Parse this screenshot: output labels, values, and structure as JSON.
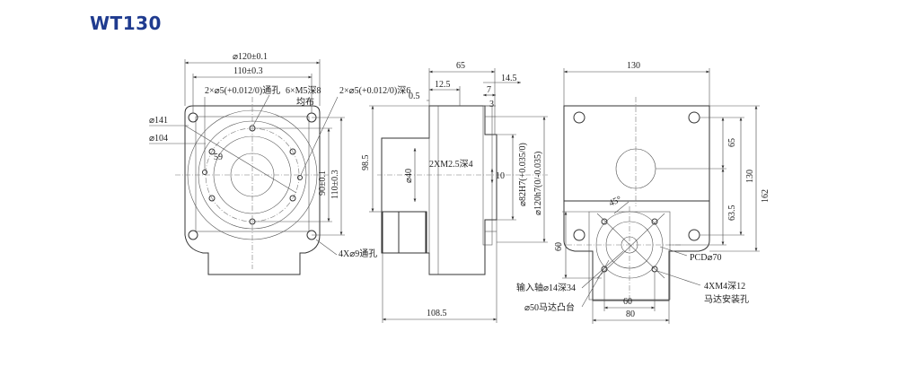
{
  "title": "WT130",
  "front_view": {
    "dia120": "⌀120±0.1",
    "w110": "110±0.3",
    "pin_hole_through": "2×⌀5(+0.012/0)通孔",
    "m5_holes": "6×M5深8",
    "even": "均布",
    "pin_hole_deep": "2×⌀5(+0.012/0)深6",
    "dia141": "⌀141",
    "dia104": "⌀104",
    "ang59": "59",
    "h90": "90±0.1",
    "h110": "110±0.3",
    "hole_4x9": "4X⌀9通孔"
  },
  "side_view": {
    "d65": "65",
    "d14_5": "14.5",
    "d12_5": "12.5",
    "d7": "7",
    "d0_5": "0.5",
    "d3": "3",
    "d98_5": "98.5",
    "dia40": "⌀40",
    "m2_5": "2XM2.5深4",
    "d10": "10",
    "dia82": "⌀82H7(+0.035/0)",
    "dia120h7": "⌀120h7(0/-0.035)",
    "d108_5": "108.5"
  },
  "rear_view": {
    "d130_top": "130",
    "d65_v": "65",
    "d130_v": "130",
    "d162": "162",
    "d63_5": "63.5",
    "d60_v": "60",
    "ang45": "45°",
    "pcd": "PCD⌀70",
    "input_shaft": "输入轴⌀14深34",
    "motor_boss": "⌀50马达凸台",
    "m4_holes": "4XM4深12",
    "motor_holes": "马达安装孔",
    "d60_h": "60",
    "d80_h": "80"
  }
}
